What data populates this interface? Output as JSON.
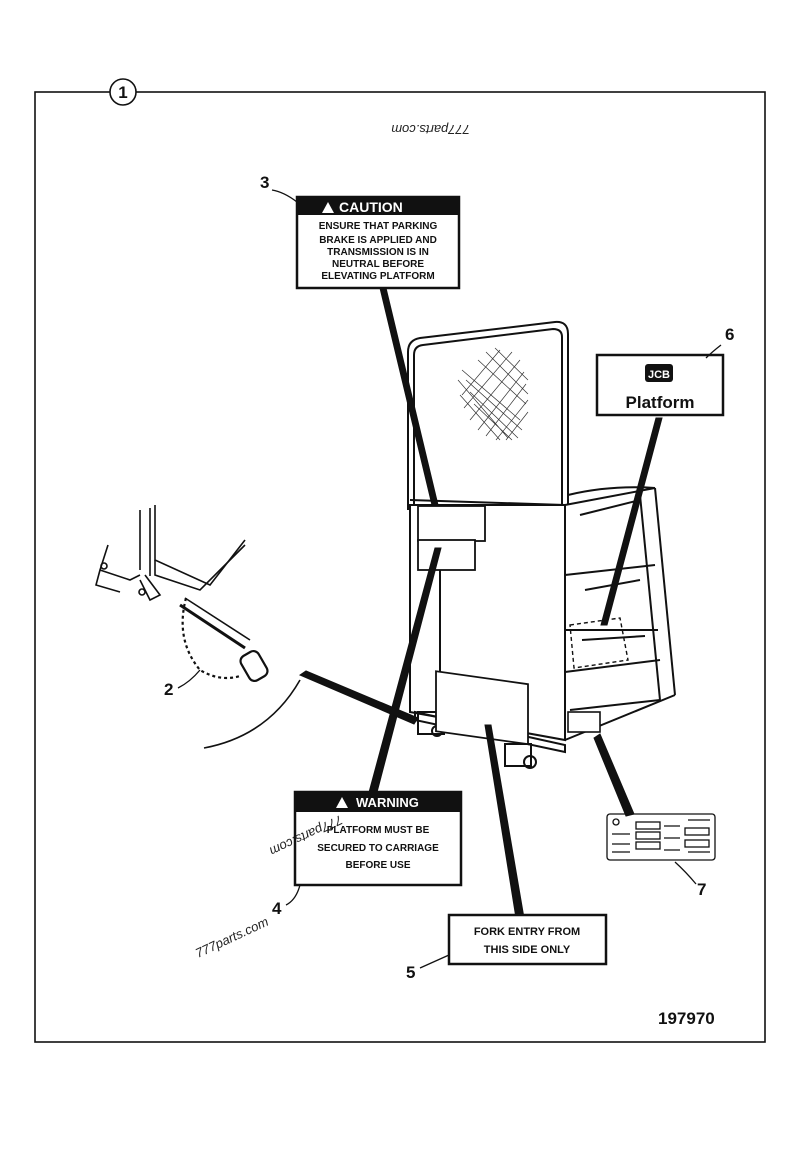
{
  "frame": {
    "number": "1"
  },
  "callouts": {
    "c2": "2",
    "c3": "3",
    "c4": "4",
    "c5": "5",
    "c6": "6",
    "c7": "7"
  },
  "caution_label": {
    "header": "CAUTION",
    "lines": [
      "ENSURE THAT PARKING",
      "BRAKE IS APPLIED AND",
      "TRANSMISSION IS IN",
      "NEUTRAL BEFORE",
      "ELEVATING PLATFORM"
    ]
  },
  "warning_label": {
    "header": "WARNING",
    "lines": [
      "PLATFORM MUST BE",
      "SECURED TO CARRIAGE",
      "BEFORE USE"
    ]
  },
  "fork_label": {
    "lines": [
      "FORK ENTRY FROM",
      "THIS SIDE ONLY"
    ]
  },
  "platform_label": {
    "logo": "JCB",
    "text": "Platform"
  },
  "drawing_number": "197970",
  "watermarks": [
    "777parts.com",
    "777parts.com",
    "777parts.com"
  ]
}
